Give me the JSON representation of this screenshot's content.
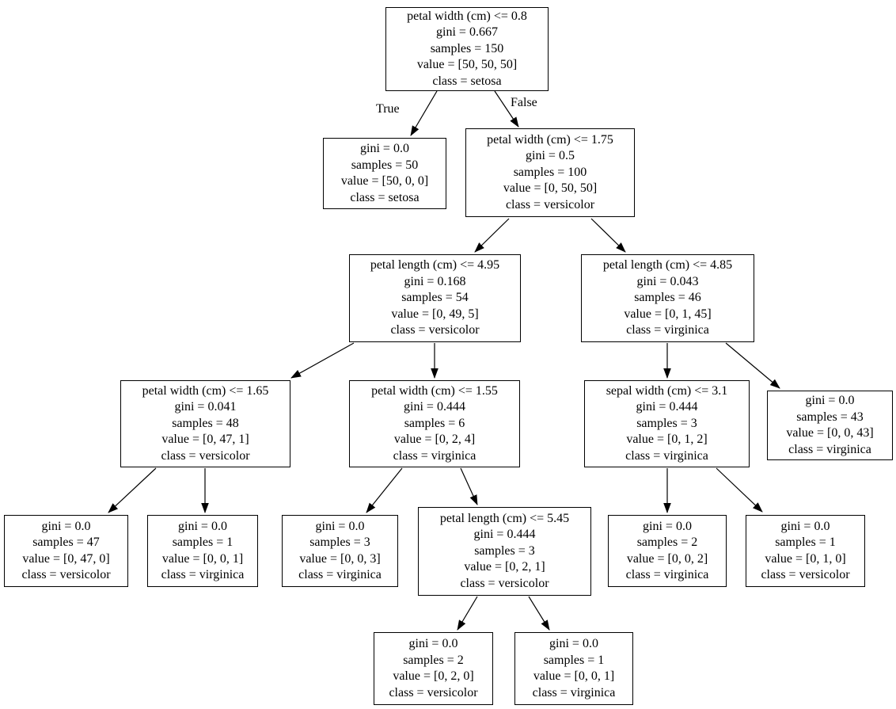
{
  "tree": {
    "description": "decision-tree",
    "colors": {
      "background": "#ffffff",
      "node_border": "#000000",
      "text": "#000000",
      "edge": "#000000"
    },
    "edge_labels": {
      "true_branch": "True",
      "false_branch": "False"
    },
    "nodes": [
      {
        "name": "root-petal-width-0.8",
        "lines": [
          "petal width (cm) <= 0.8",
          "gini = 0.667",
          "samples = 150",
          "value = [50, 50, 50]",
          "class = setosa"
        ]
      },
      {
        "name": "leaf-setosa-50",
        "lines": [
          "gini = 0.0",
          "samples = 50",
          "value = [50, 0, 0]",
          "class = setosa"
        ]
      },
      {
        "name": "petal-width-1.75",
        "lines": [
          "petal width (cm) <= 1.75",
          "gini = 0.5",
          "samples = 100",
          "value = [0, 50, 50]",
          "class = versicolor"
        ]
      },
      {
        "name": "petal-length-4.95",
        "lines": [
          "petal length (cm) <= 4.95",
          "gini = 0.168",
          "samples = 54",
          "value = [0, 49, 5]",
          "class = versicolor"
        ]
      },
      {
        "name": "petal-length-4.85",
        "lines": [
          "petal length (cm) <= 4.85",
          "gini = 0.043",
          "samples = 46",
          "value = [0, 1, 45]",
          "class = virginica"
        ]
      },
      {
        "name": "petal-width-1.65",
        "lines": [
          "petal width (cm) <= 1.65",
          "gini = 0.041",
          "samples = 48",
          "value = [0, 47, 1]",
          "class = versicolor"
        ]
      },
      {
        "name": "petal-width-1.55",
        "lines": [
          "petal width (cm) <= 1.55",
          "gini = 0.444",
          "samples = 6",
          "value = [0, 2, 4]",
          "class = virginica"
        ]
      },
      {
        "name": "sepal-width-3.1",
        "lines": [
          "sepal width (cm) <= 3.1",
          "gini = 0.444",
          "samples = 3",
          "value = [0, 1, 2]",
          "class = virginica"
        ]
      },
      {
        "name": "leaf-virginica-43",
        "lines": [
          "gini = 0.0",
          "samples = 43",
          "value = [0, 0, 43]",
          "class = virginica"
        ]
      },
      {
        "name": "leaf-versicolor-47",
        "lines": [
          "gini = 0.0",
          "samples = 47",
          "value = [0, 47, 0]",
          "class = versicolor"
        ]
      },
      {
        "name": "leaf-virginica-1",
        "lines": [
          "gini = 0.0",
          "samples = 1",
          "value = [0, 0, 1]",
          "class = virginica"
        ]
      },
      {
        "name": "leaf-virginica-3",
        "lines": [
          "gini = 0.0",
          "samples = 3",
          "value = [0, 0, 3]",
          "class = virginica"
        ]
      },
      {
        "name": "petal-length-5.45",
        "lines": [
          "petal length (cm) <= 5.45",
          "gini = 0.444",
          "samples = 3",
          "value = [0, 2, 1]",
          "class = versicolor"
        ]
      },
      {
        "name": "leaf-virginica-2",
        "lines": [
          "gini = 0.0",
          "samples = 2",
          "value = [0, 0, 2]",
          "class = virginica"
        ]
      },
      {
        "name": "leaf-versicolor-1",
        "lines": [
          "gini = 0.0",
          "samples = 1",
          "value = [0, 1, 0]",
          "class = versicolor"
        ]
      },
      {
        "name": "leaf-versicolor-2",
        "lines": [
          "gini = 0.0",
          "samples = 2",
          "value = [0, 2, 0]",
          "class = versicolor"
        ]
      },
      {
        "name": "leaf-virginica-1b",
        "lines": [
          "gini = 0.0",
          "samples = 1",
          "value = [0, 0, 1]",
          "class = virginica"
        ]
      }
    ],
    "edges": [
      {
        "from": 0,
        "to": 1,
        "label": "True"
      },
      {
        "from": 0,
        "to": 2,
        "label": "False"
      },
      {
        "from": 2,
        "to": 3
      },
      {
        "from": 2,
        "to": 4
      },
      {
        "from": 3,
        "to": 5
      },
      {
        "from": 3,
        "to": 6
      },
      {
        "from": 4,
        "to": 7
      },
      {
        "from": 4,
        "to": 8
      },
      {
        "from": 5,
        "to": 9
      },
      {
        "from": 5,
        "to": 10
      },
      {
        "from": 6,
        "to": 11
      },
      {
        "from": 6,
        "to": 12
      },
      {
        "from": 7,
        "to": 13
      },
      {
        "from": 7,
        "to": 14
      },
      {
        "from": 12,
        "to": 15
      },
      {
        "from": 12,
        "to": 16
      }
    ]
  }
}
